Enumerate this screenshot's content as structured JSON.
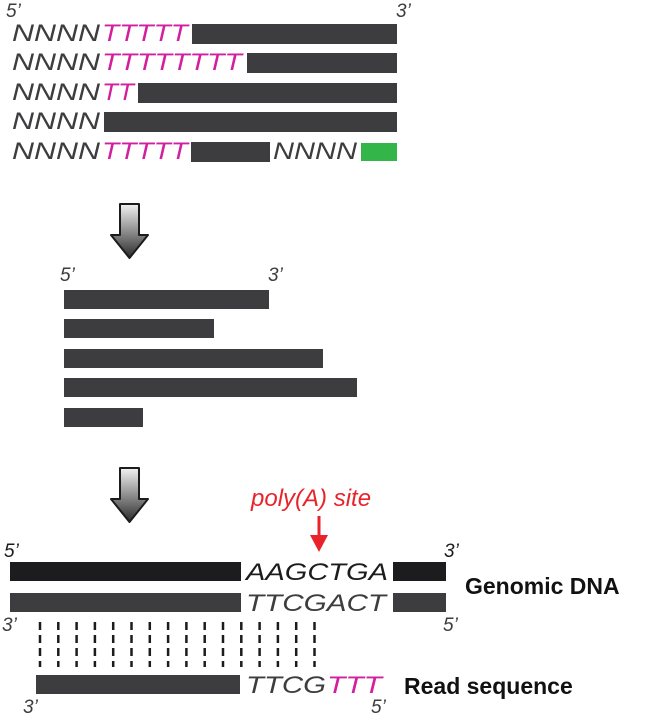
{
  "colors": {
    "bar_dark": "#3d3d3f",
    "bar_black": "#1c1c1e",
    "seq_gray": "#3d3d3f",
    "polyT_magenta": "#d21fa0",
    "adapter_green": "#33b54a",
    "polyA_red": "#e8232a",
    "arrow_gradient_top": "#f2f2f2",
    "arrow_gradient_bottom": "#2b2b2b"
  },
  "icons": [
    "down-arrow-icon",
    "poly-a-site-arrow-icon"
  ],
  "panel_top": {
    "label_5prime": "5’",
    "label_3prime": "3’",
    "reads": [
      {
        "prefix": "NNNN",
        "polyT": "TTTTT"
      },
      {
        "prefix": "NNNN",
        "polyT": "TTTTTTTT"
      },
      {
        "prefix": "NNNN",
        "polyT": "TT"
      },
      {
        "prefix": "NNNN",
        "polyT": ""
      },
      {
        "prefix": "NNNN",
        "polyT": "TTTTT",
        "mid": "NNNN"
      }
    ]
  },
  "panel_middle": {
    "label_5prime": "5’",
    "label_3prime": "3’",
    "trimmed_read_count": 5
  },
  "panel_bottom": {
    "poly_a_label": "poly(A) site",
    "genomic": {
      "top_label_5": "5’",
      "top_label_3": "3’",
      "top_seq": "AAGCTGA",
      "bottom_label_3": "3’",
      "bottom_label_5": "5’",
      "bottom_seq": "TTCGACT",
      "title": "Genomic DNA"
    },
    "read": {
      "label_3": "3’",
      "label_5": "5’",
      "seq": "TTCG",
      "polyT": "TTT",
      "title": "Read sequence"
    }
  }
}
